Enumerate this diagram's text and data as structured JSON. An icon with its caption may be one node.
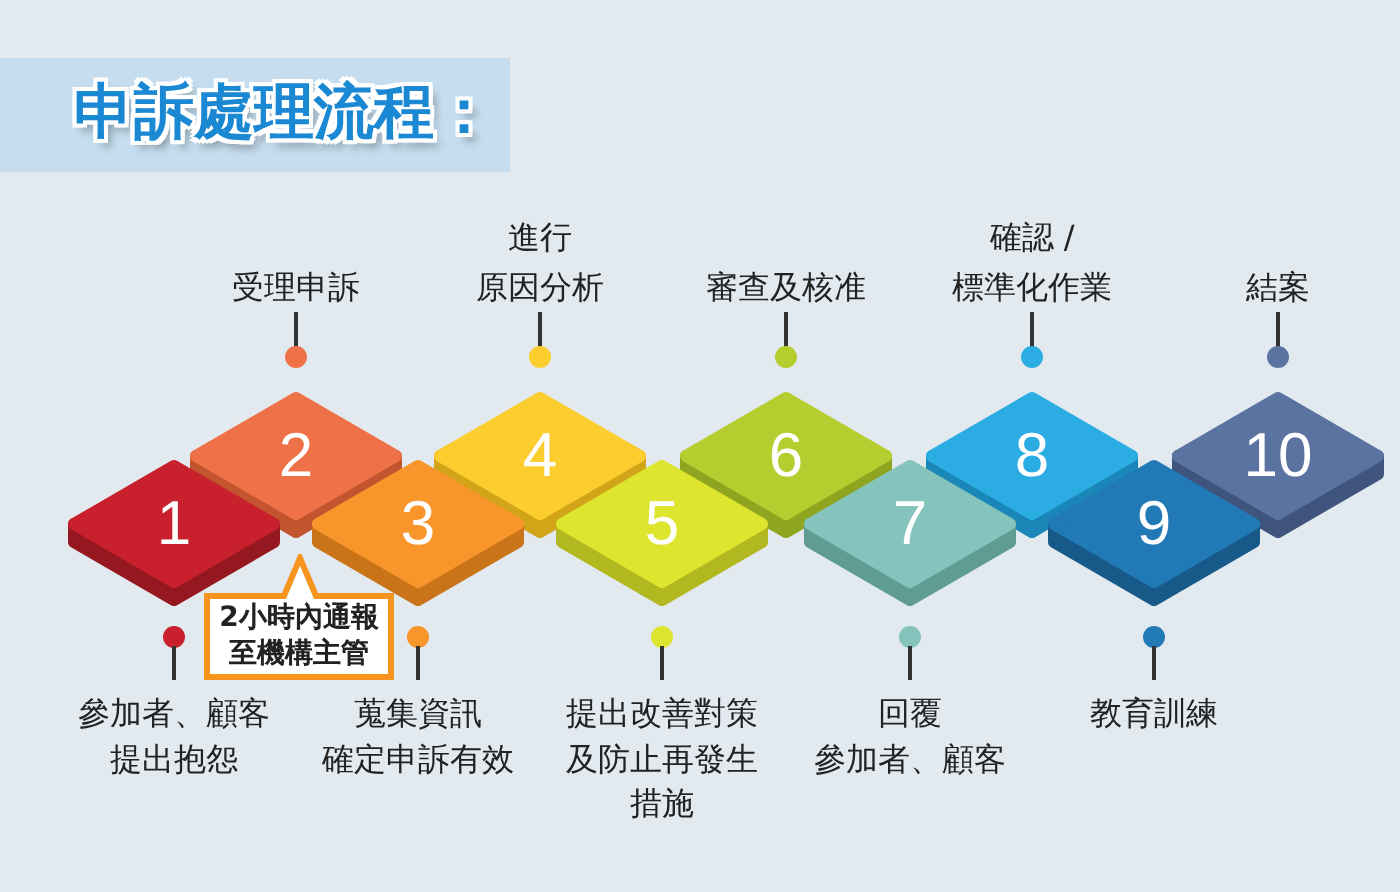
{
  "diagram": {
    "title": "申訴處理流程：",
    "nodes": [
      {
        "text": [
          "1"
        ]
      },
      {
        "text": [
          "2"
        ],
        "beside": [
          "受理申訴"
        ]
      },
      {
        "text": [
          "3"
        ]
      },
      {
        "text": [
          "4"
        ],
        "beside": [
          "進行原因分析"
        ]
      },
      {
        "text": [
          "5"
        ],
        "beside": [
          "提出改善對策及防止再發生措施"
        ]
      },
      {
        "text": [
          "6"
        ],
        "beside": [
          "審查及核准"
        ]
      },
      {
        "text": [
          "7"
        ],
        "beside": [
          "回覆參加者、顧客"
        ]
      },
      {
        "text": [
          "8"
        ],
        "beside": [
          "確認 /標準化作業"
        ]
      },
      {
        "text": [
          "9"
        ],
        "beside": [
          "教育訓練"
        ]
      },
      {
        "text": [
          "10"
        ],
        "beside": [
          "結案"
        ]
      },
      {
        "text": [
          "2小時內通報至機構主管"
        ]
      }
    ],
    "labels": [
      "參加者、顧客提出抱怨",
      "蒐集資訊確定申訴有效"
    ]
  }
}
